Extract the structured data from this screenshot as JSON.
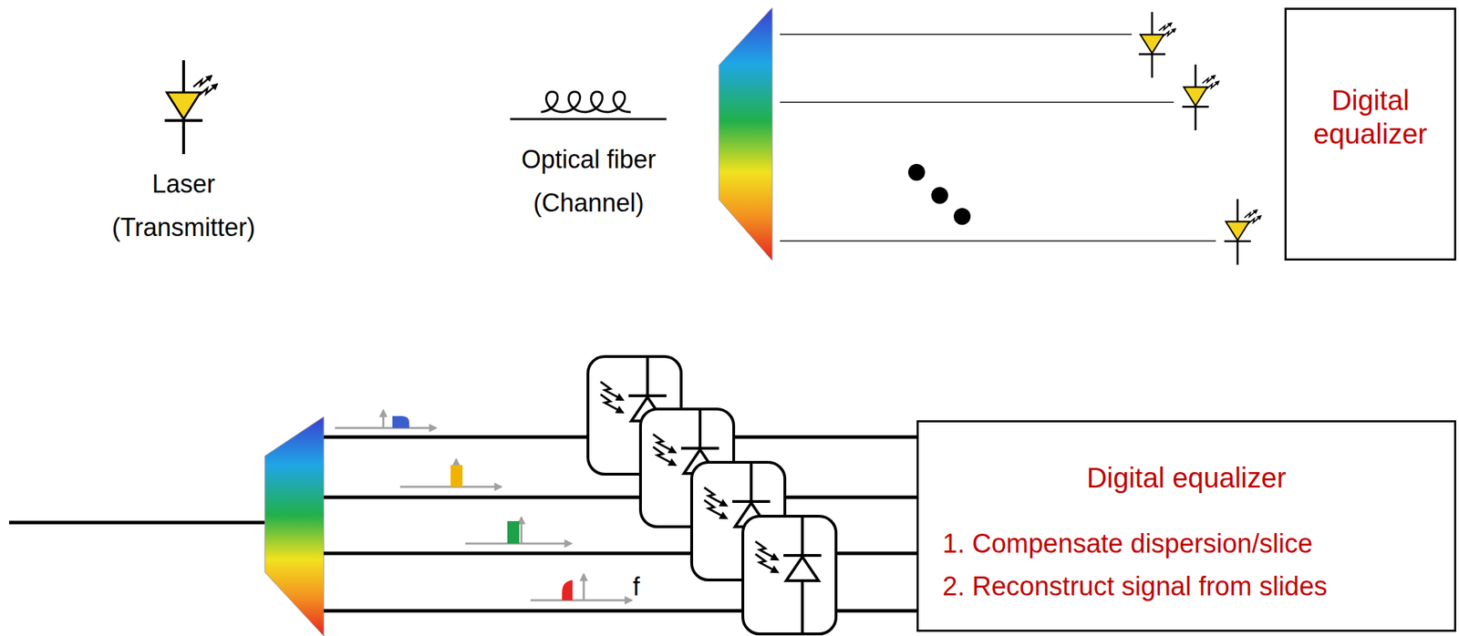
{
  "diagram": {
    "nodes": [
      {
        "text": [
          "Digital equalizer"
        ]
      },
      {
        "text": [
          "Digital equalizer",
          "1. Compensate dispersion/slice",
          "2. Reconstruct signal from slides"
        ]
      }
    ],
    "labels": [
      "Laser (Transmitter)",
      "Optical fiber (Channel)",
      "f"
    ]
  }
}
